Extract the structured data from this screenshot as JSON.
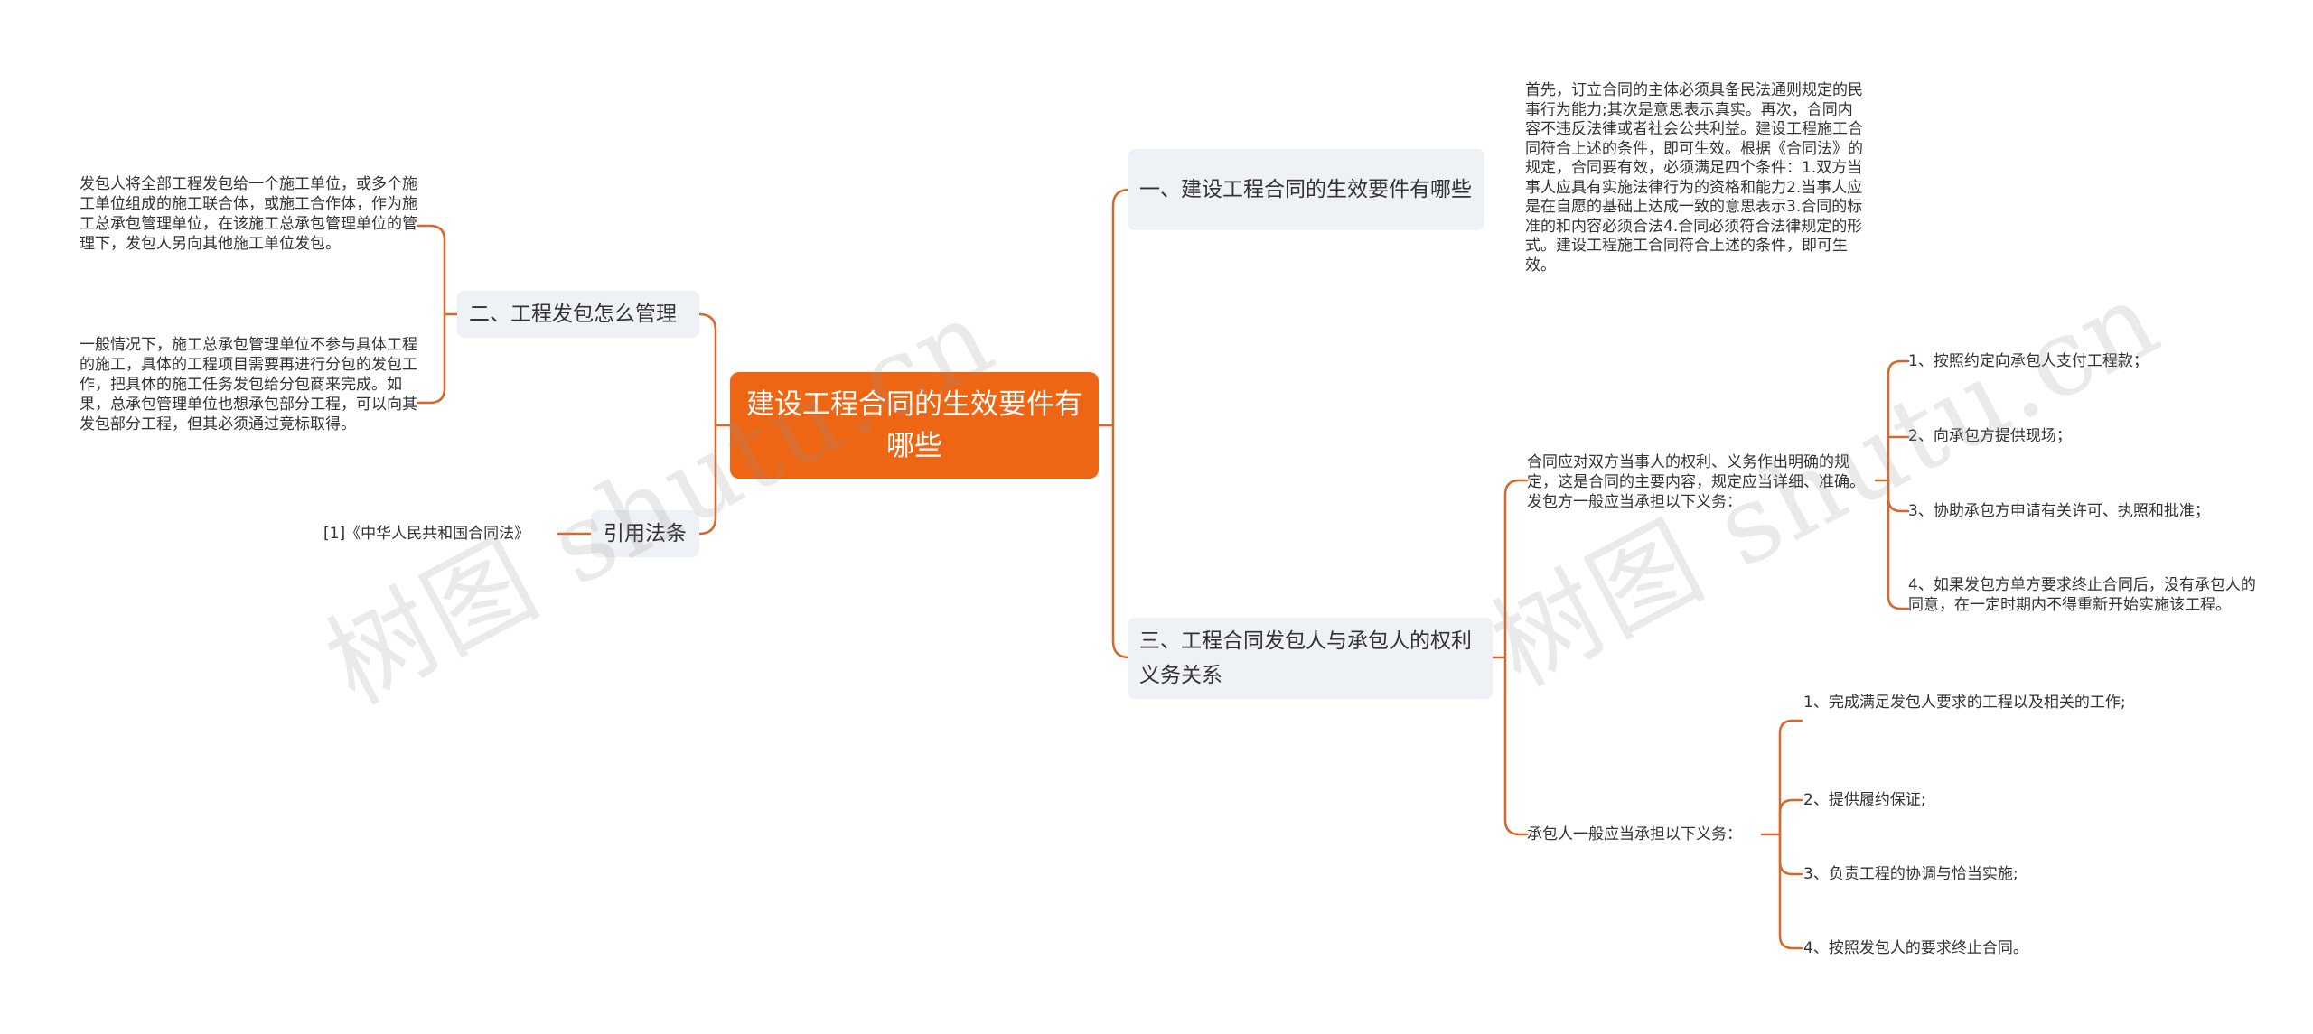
{
  "colors": {
    "root": "#ee6513",
    "branch_bg": "#eef1f5",
    "line": "#d8672a"
  },
  "root": {
    "label": "建设工程合同的生效要件有哪些"
  },
  "branches": {
    "b1": {
      "label": "一、建设工程合同的生效要件有哪些"
    },
    "b2": {
      "label": "二、工程发包怎么管理"
    },
    "b3": {
      "label": "三、工程合同发包人与承包人的权利义务关系"
    },
    "b4": {
      "label": "引用法条"
    }
  },
  "leaves": {
    "b1_text": "首先，订立合同的主体必须具备民法通则规定的民事行为能力;其次是意思表示真实。再次，合同内容不违反法律或者社会公共利益。建设工程施工合同符合上述的条件，即可生效。根据《合同法》的规定，合同要有效，必须满足四个条件：1.双方当事人应具有实施法律行为的资格和能力2.当事人应是在自愿的基础上达成一致的意思表示3.合同的标准的和内容必须合法4.合同必须符合法律规定的形式。建设工程施工合同符合上述的条件，即可生效。",
    "b2_text1": "发包人将全部工程发包给一个施工单位，或多个施工单位组成的施工联合体，或施工合作体，作为施工总承包管理单位，在该施工总承包管理单位的管理下，发包人另向其他施工单位发包。",
    "b2_text2": "一般情况下，施工总承包管理单位不参与具体工程的施工，具体的工程项目需要再进行分包的发包工作，把具体的施工任务发包给分包商来完成。如果，总承包管理单位也想承包部分工程，可以向其发包部分工程，但其必须通过竞标取得。",
    "b3_employer": "合同应对双方当事人的权利、义务作出明确的规定，这是合同的主要内容，规定应当详细、准确。发包方一般应当承担以下义务：",
    "b3_employer_items": [
      "1、按照约定向承包人支付工程款；",
      "2、向承包方提供现场；",
      "3、协助承包方申请有关许可、执照和批准；",
      "4、如果发包方单方要求终止合同后，没有承包人的同意，在一定时期内不得重新开始实施该工程。"
    ],
    "b3_contractor": "承包人一般应当承担以下义务：",
    "b3_contractor_items": [
      "1、完成满足发包人要求的工程以及相关的工作;",
      "2、提供履约保证;",
      "3、负责工程的协调与恰当实施;",
      "4、按照发包人的要求终止合同。"
    ],
    "b4_text": "[1]《中华人民共和国合同法》"
  },
  "watermark": "树图 shutu.cn"
}
